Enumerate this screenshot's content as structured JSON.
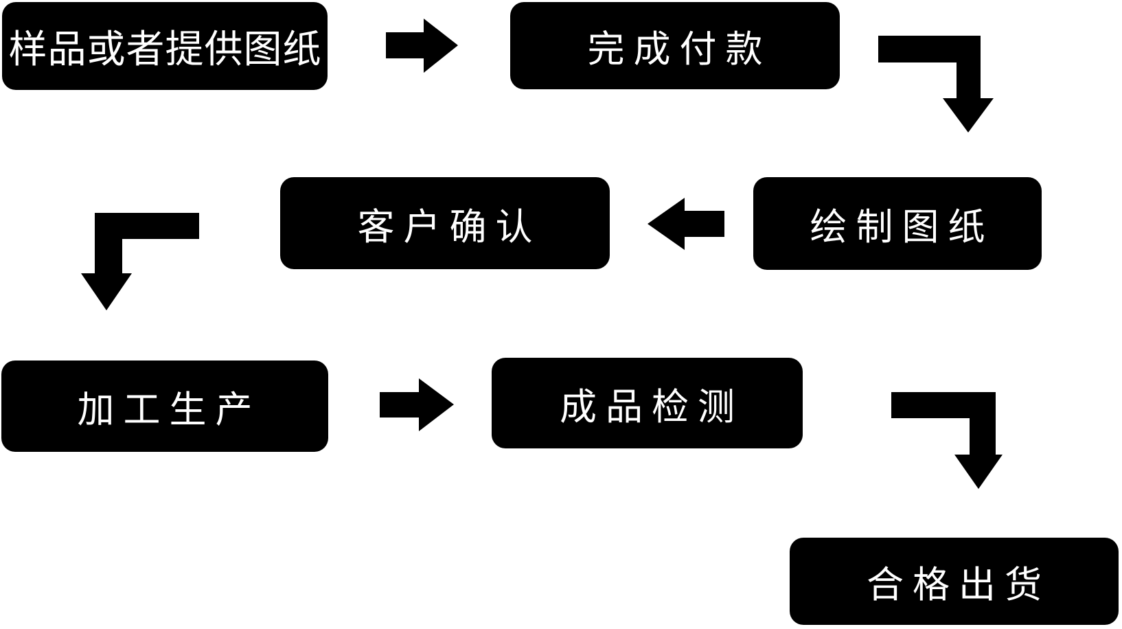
{
  "flowchart": {
    "description": "Production order process flowchart",
    "colors": {
      "node_background": "#000000",
      "node_text": "#ffffff",
      "arrow": "#000000",
      "page_background": "#ffffff"
    },
    "nodes": [
      {
        "id": "sample-or-drawings",
        "label": "样品或者提供图纸"
      },
      {
        "id": "complete-payment",
        "label": "完成付款"
      },
      {
        "id": "draw-drawings",
        "label": "绘制图纸"
      },
      {
        "id": "customer-confirmation",
        "label": "客户确认"
      },
      {
        "id": "processing-production",
        "label": "加工生产"
      },
      {
        "id": "product-inspection",
        "label": "成品检测"
      },
      {
        "id": "qualified-shipment",
        "label": "合格出货"
      }
    ],
    "connections": [
      {
        "from": "样品或者提供图纸",
        "to": "完成付款",
        "arrow": "right"
      },
      {
        "from": "完成付款",
        "to": "绘制图纸",
        "arrow": "elbow-right-down"
      },
      {
        "from": "绘制图纸",
        "to": "客户确认",
        "arrow": "left"
      },
      {
        "from": "客户确认",
        "to": "加工生产",
        "arrow": "elbow-left-down"
      },
      {
        "from": "加工生产",
        "to": "成品检测",
        "arrow": "right"
      },
      {
        "from": "成品检测",
        "to": "合格出货",
        "arrow": "elbow-right-down"
      }
    ]
  }
}
